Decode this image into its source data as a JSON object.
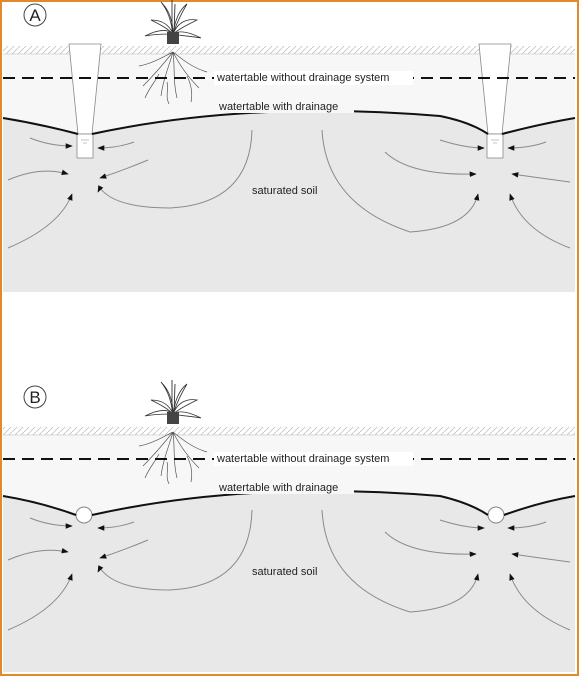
{
  "panels": [
    {
      "id": "A",
      "letter": "A",
      "watertable_without": "watertable without drainage system",
      "watertable_with": "watertable with drainage",
      "soil_label": "saturated soil",
      "drain_type": "open ditch"
    },
    {
      "id": "B",
      "letter": "B",
      "watertable_without": "watertable without drainage system",
      "watertable_with": "watertable with drainage",
      "soil_label": "saturated soil",
      "drain_type": "pipe"
    }
  ],
  "colors": {
    "border": "#e08a2c",
    "saturated_soil": "#e8e8e8",
    "flow_lines": "#8a8a8a",
    "watertable": "#111111"
  }
}
